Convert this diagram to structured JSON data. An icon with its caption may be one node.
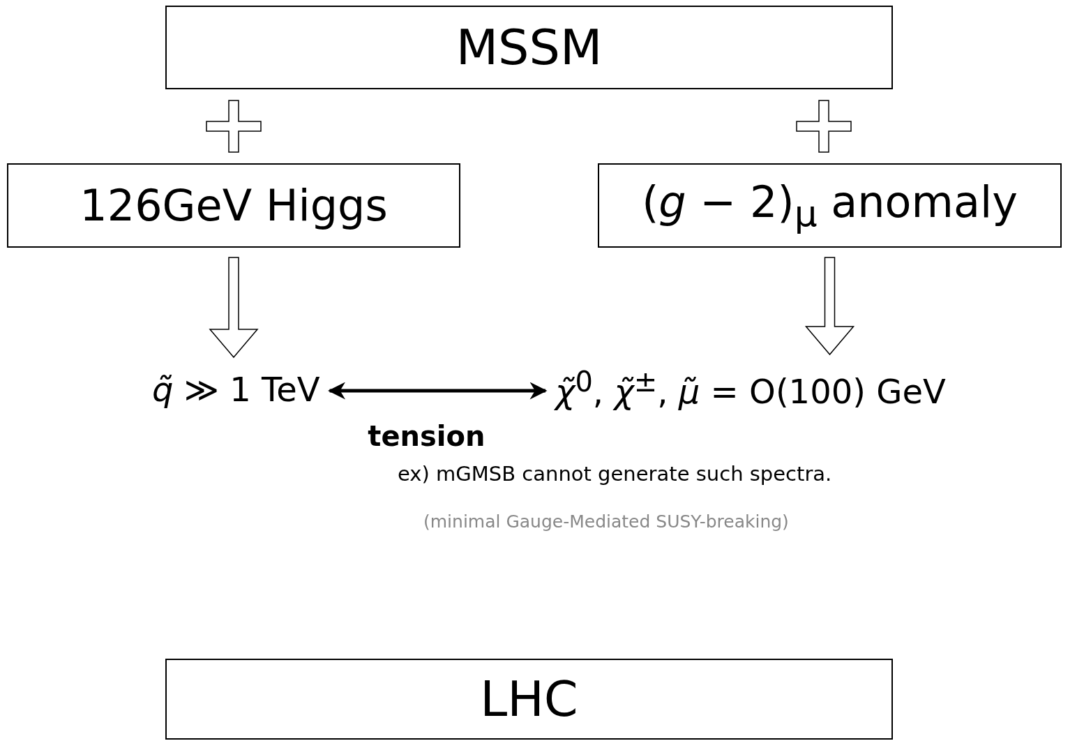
{
  "diagram": {
    "nodes": [
      {
        "text": [
          "MSSM"
        ]
      },
      {
        "text": [
          "126GeV Higgs"
        ]
      },
      {
        "text": [
          "(*g* − 2)$_{μ}$ anomaly"
        ]
      },
      {
        "text": [
          "*q̃* ≫ 1 TeV"
        ]
      },
      {
        "text": [
          "*χ̃*$^{0}$, *χ̃*$^{±}$, *μ̃* = O(100) GeV"
        ]
      },
      {
        "text": [
          "LHC"
        ]
      }
    ],
    "edges": [
      {
        "from": 1,
        "to": 3,
        "arrow": "to",
        "style": "thick"
      },
      {
        "from": 2,
        "to": 4,
        "arrow": "to",
        "style": "thick"
      },
      {
        "from": 3,
        "to": 4,
        "arrow": "both",
        "label": "tension"
      }
    ],
    "labels": [
      "ex) mGMSB cannot generate such spectra.",
      "(minimal Gauge-Mediated SUSY-breaking)"
    ]
  }
}
